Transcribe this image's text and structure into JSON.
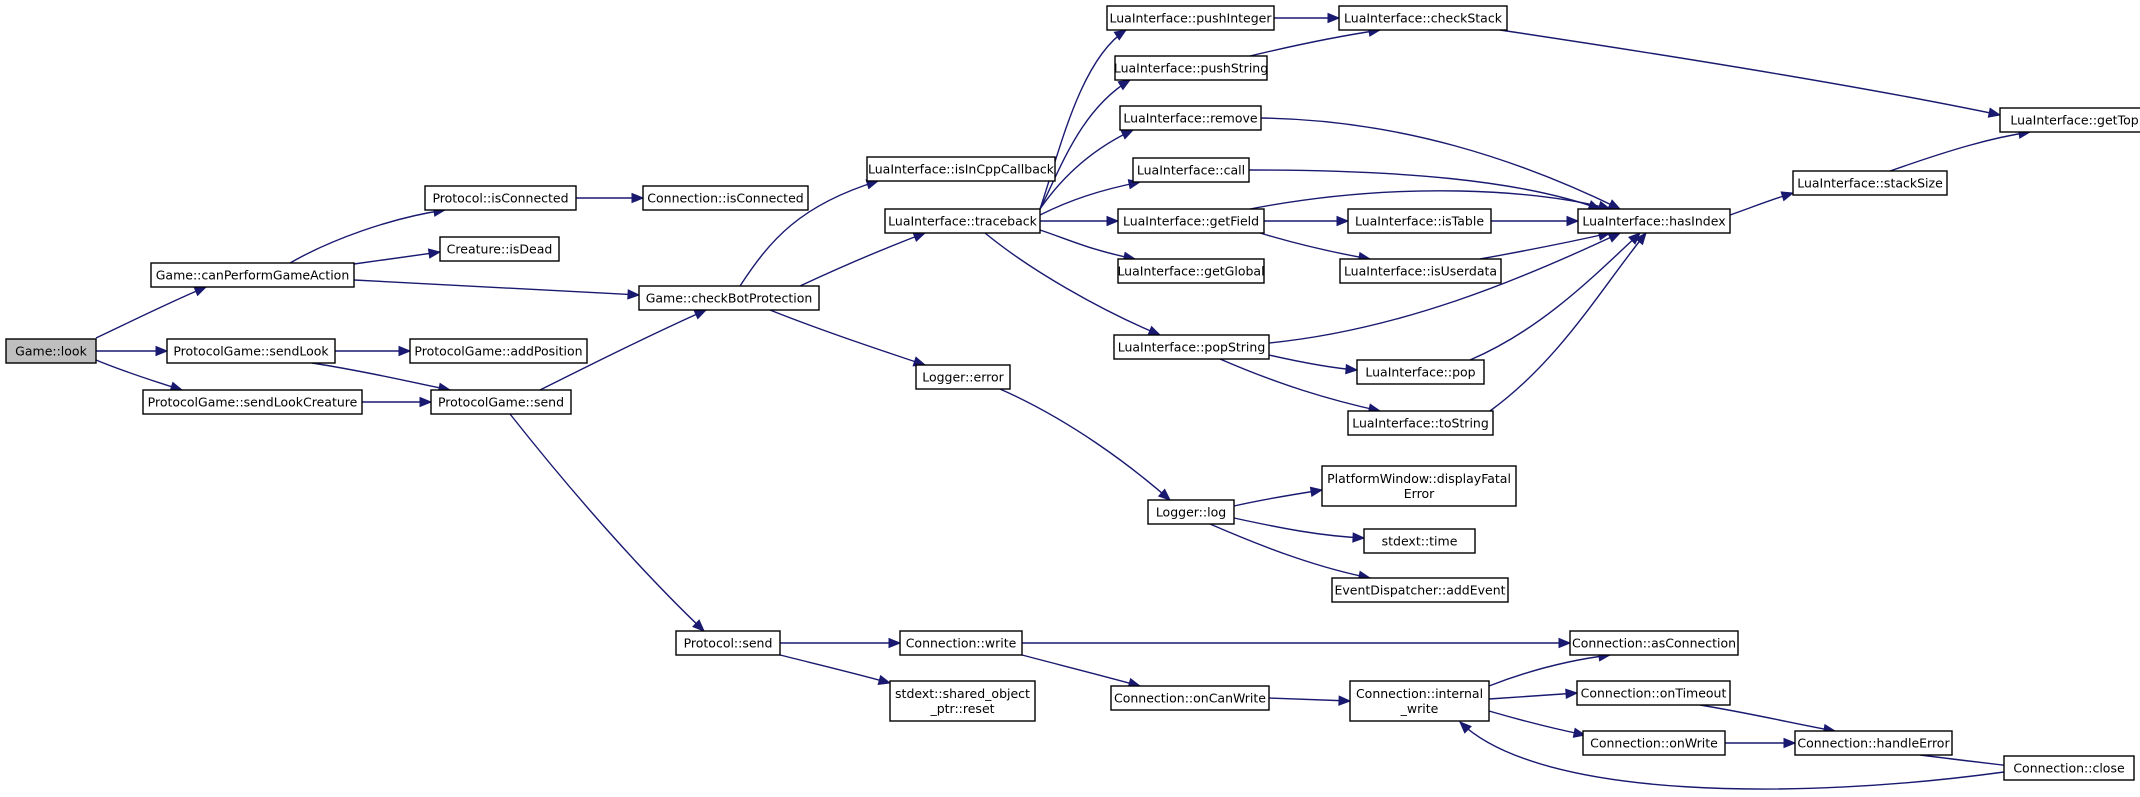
{
  "colors": {
    "edge": "#191970",
    "node_border": "#000000",
    "root_fill": "#bfbfbf",
    "background": "#ffffff"
  },
  "nodes": [
    {
      "id": "n1",
      "lines": [
        "Game::look"
      ],
      "root": true
    },
    {
      "id": "n2",
      "lines": [
        "Game::canPerformGameAction"
      ]
    },
    {
      "id": "n3",
      "lines": [
        "ProtocolGame::sendLook"
      ]
    },
    {
      "id": "n4",
      "lines": [
        "ProtocolGame::sendLookCreature"
      ]
    },
    {
      "id": "n5",
      "lines": [
        "Protocol::isConnected"
      ]
    },
    {
      "id": "n6",
      "lines": [
        "Creature::isDead"
      ]
    },
    {
      "id": "n7",
      "lines": [
        "ProtocolGame::addPosition"
      ]
    },
    {
      "id": "n8",
      "lines": [
        "ProtocolGame::send"
      ]
    },
    {
      "id": "n9",
      "lines": [
        "Connection::isConnected"
      ]
    },
    {
      "id": "n10",
      "lines": [
        "Game::checkBotProtection"
      ]
    },
    {
      "id": "n11",
      "lines": [
        "Protocol::send"
      ]
    },
    {
      "id": "n12",
      "lines": [
        "LuaInterface::isInCppCallback"
      ]
    },
    {
      "id": "n13",
      "lines": [
        "LuaInterface::traceback"
      ]
    },
    {
      "id": "n14",
      "lines": [
        "Logger::error"
      ]
    },
    {
      "id": "n15",
      "lines": [
        "Connection::write"
      ]
    },
    {
      "id": "n16",
      "lines": [
        "stdext::shared_object",
        "_ptr::reset"
      ]
    },
    {
      "id": "n17",
      "lines": [
        "LuaInterface::pushInteger"
      ]
    },
    {
      "id": "n18",
      "lines": [
        "LuaInterface::pushString"
      ]
    },
    {
      "id": "n19",
      "lines": [
        "LuaInterface::remove"
      ]
    },
    {
      "id": "n20",
      "lines": [
        "LuaInterface::call"
      ]
    },
    {
      "id": "n21",
      "lines": [
        "LuaInterface::getField"
      ]
    },
    {
      "id": "n22",
      "lines": [
        "LuaInterface::getGlobal"
      ]
    },
    {
      "id": "n23",
      "lines": [
        "LuaInterface::popString"
      ]
    },
    {
      "id": "n24",
      "lines": [
        "Logger::log"
      ]
    },
    {
      "id": "n25",
      "lines": [
        "Connection::onCanWrite"
      ]
    },
    {
      "id": "n26",
      "lines": [
        "LuaInterface::checkStack"
      ]
    },
    {
      "id": "n27",
      "lines": [
        "LuaInterface::isTable"
      ]
    },
    {
      "id": "n28",
      "lines": [
        "LuaInterface::isUserdata"
      ]
    },
    {
      "id": "n29",
      "lines": [
        "LuaInterface::pop"
      ]
    },
    {
      "id": "n30",
      "lines": [
        "LuaInterface::toString"
      ]
    },
    {
      "id": "n31",
      "lines": [
        "PlatformWindow::displayFatal",
        "Error"
      ]
    },
    {
      "id": "n32",
      "lines": [
        "stdext::time"
      ]
    },
    {
      "id": "n33",
      "lines": [
        "EventDispatcher::addEvent"
      ]
    },
    {
      "id": "n34",
      "lines": [
        "Connection::internal",
        "_write"
      ]
    },
    {
      "id": "n35",
      "lines": [
        "LuaInterface::hasIndex"
      ]
    },
    {
      "id": "n36",
      "lines": [
        "Connection::asConnection"
      ]
    },
    {
      "id": "n37",
      "lines": [
        "Connection::onTimeout"
      ]
    },
    {
      "id": "n38",
      "lines": [
        "Connection::onWrite"
      ]
    },
    {
      "id": "n39",
      "lines": [
        "LuaInterface::getTop"
      ]
    },
    {
      "id": "n40",
      "lines": [
        "LuaInterface::stackSize"
      ]
    },
    {
      "id": "n41",
      "lines": [
        "Connection::handleError"
      ]
    },
    {
      "id": "n42",
      "lines": [
        "Connection::close"
      ]
    }
  ],
  "edges": [
    [
      "n1",
      "n2"
    ],
    [
      "n1",
      "n3"
    ],
    [
      "n1",
      "n4"
    ],
    [
      "n2",
      "n5"
    ],
    [
      "n2",
      "n6"
    ],
    [
      "n2",
      "n10"
    ],
    [
      "n3",
      "n7"
    ],
    [
      "n3",
      "n8"
    ],
    [
      "n4",
      "n8"
    ],
    [
      "n5",
      "n9"
    ],
    [
      "n8",
      "n10"
    ],
    [
      "n8",
      "n11"
    ],
    [
      "n10",
      "n12"
    ],
    [
      "n10",
      "n13"
    ],
    [
      "n10",
      "n14"
    ],
    [
      "n11",
      "n15"
    ],
    [
      "n11",
      "n16"
    ],
    [
      "n13",
      "n17"
    ],
    [
      "n13",
      "n18"
    ],
    [
      "n13",
      "n19"
    ],
    [
      "n13",
      "n20"
    ],
    [
      "n13",
      "n21"
    ],
    [
      "n13",
      "n22"
    ],
    [
      "n13",
      "n23"
    ],
    [
      "n14",
      "n24"
    ],
    [
      "n15",
      "n36"
    ],
    [
      "n15",
      "n25"
    ],
    [
      "n17",
      "n26"
    ],
    [
      "n18",
      "n26"
    ],
    [
      "n19",
      "n35"
    ],
    [
      "n20",
      "n35"
    ],
    [
      "n21",
      "n35"
    ],
    [
      "n21",
      "n27"
    ],
    [
      "n21",
      "n28"
    ],
    [
      "n23",
      "n35"
    ],
    [
      "n23",
      "n29"
    ],
    [
      "n23",
      "n30"
    ],
    [
      "n24",
      "n31"
    ],
    [
      "n24",
      "n32"
    ],
    [
      "n24",
      "n33"
    ],
    [
      "n25",
      "n34"
    ],
    [
      "n26",
      "n39"
    ],
    [
      "n27",
      "n35"
    ],
    [
      "n28",
      "n35"
    ],
    [
      "n29",
      "n35"
    ],
    [
      "n30",
      "n35"
    ],
    [
      "n34",
      "n36"
    ],
    [
      "n34",
      "n37"
    ],
    [
      "n34",
      "n38"
    ],
    [
      "n35",
      "n40"
    ],
    [
      "n40",
      "n39"
    ],
    [
      "n37",
      "n41"
    ],
    [
      "n38",
      "n41"
    ],
    [
      "n41",
      "n42"
    ],
    [
      "n42",
      "n34"
    ]
  ]
}
